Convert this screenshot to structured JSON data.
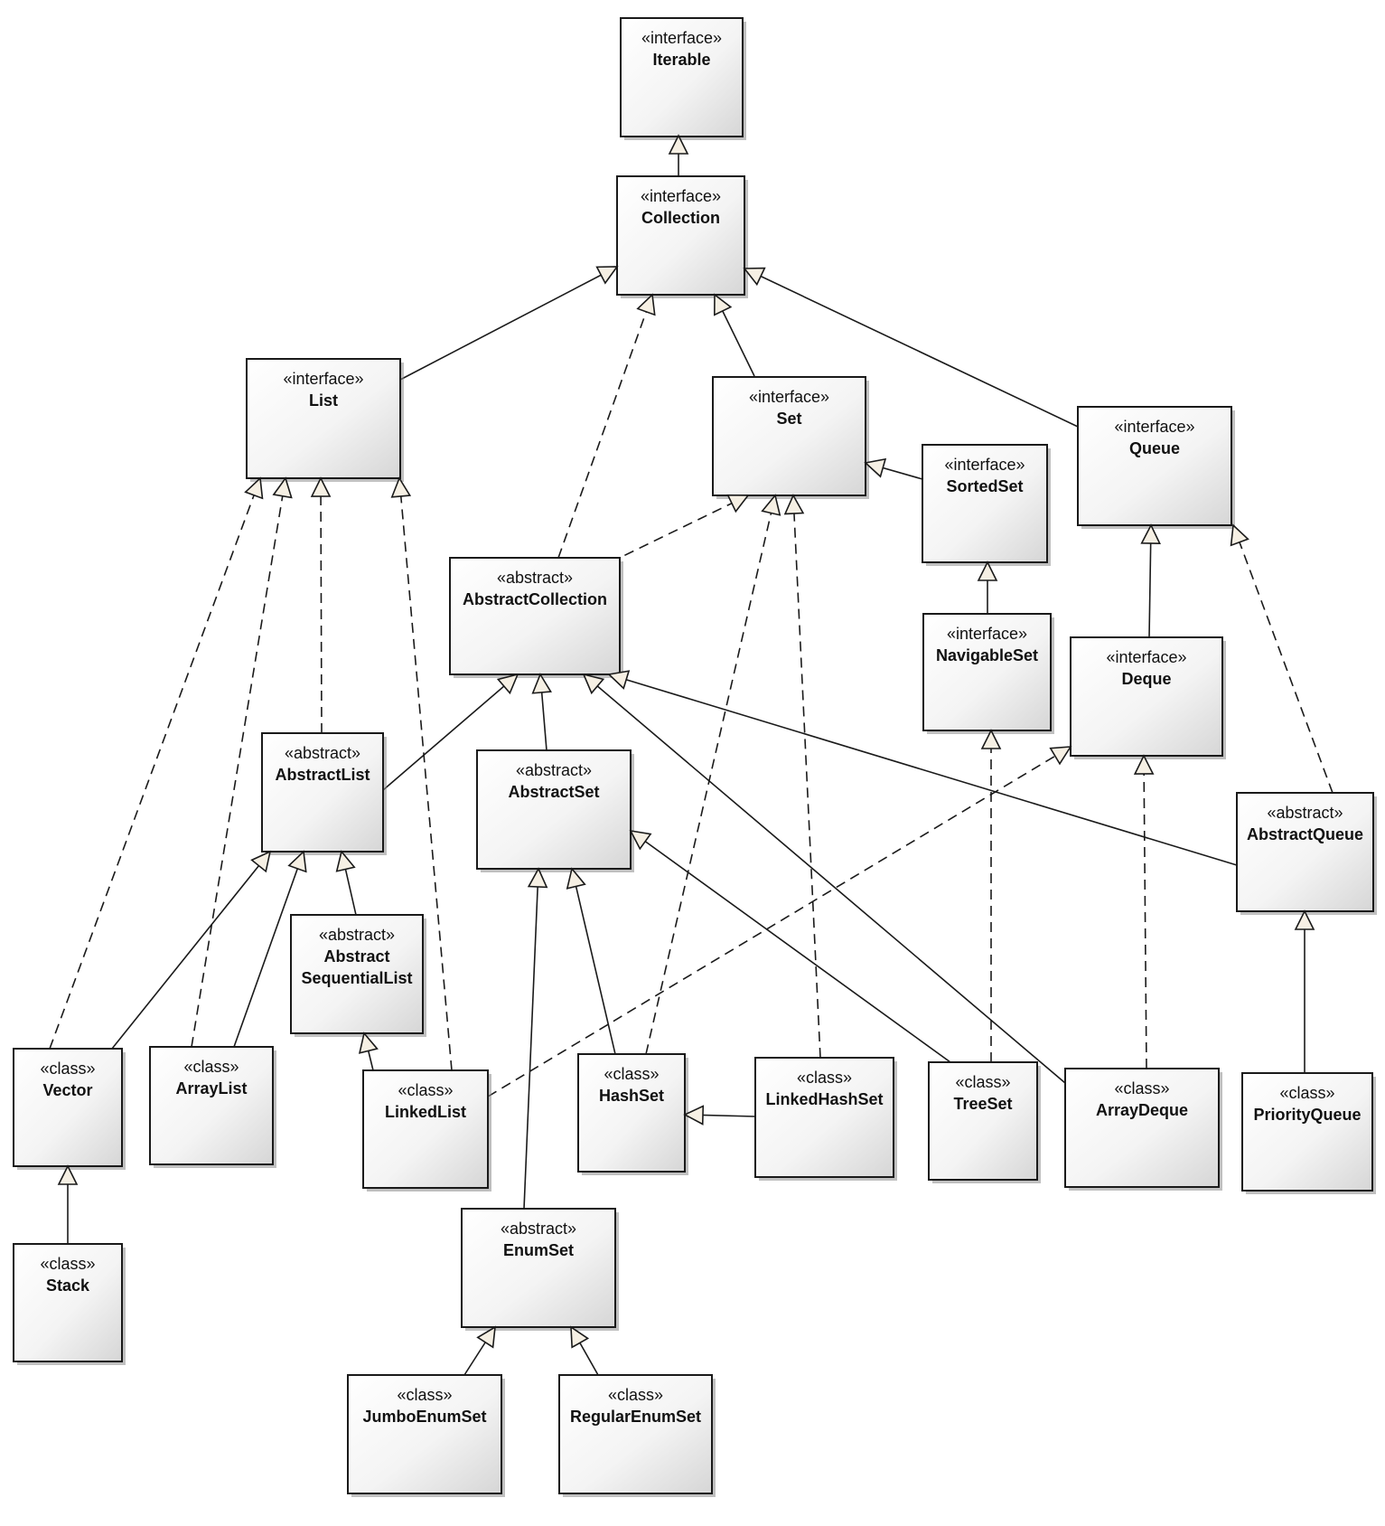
{
  "nodes": [
    {
      "id": "iterable",
      "stereotype": "«interface»",
      "name": [
        "Iterable"
      ]
    },
    {
      "id": "collection",
      "stereotype": "«interface»",
      "name": [
        "Collection"
      ]
    },
    {
      "id": "list",
      "stereotype": "«interface»",
      "name": [
        "List"
      ]
    },
    {
      "id": "set",
      "stereotype": "«interface»",
      "name": [
        "Set"
      ]
    },
    {
      "id": "queue",
      "stereotype": "«interface»",
      "name": [
        "Queue"
      ]
    },
    {
      "id": "sortedset",
      "stereotype": "«interface»",
      "name": [
        "SortedSet"
      ]
    },
    {
      "id": "abstractcollection",
      "stereotype": "«abstract»",
      "name": [
        "AbstractCollection"
      ]
    },
    {
      "id": "navigableset",
      "stereotype": "«interface»",
      "name": [
        "NavigableSet"
      ]
    },
    {
      "id": "deque",
      "stereotype": "«interface»",
      "name": [
        "Deque"
      ]
    },
    {
      "id": "abstractlist",
      "stereotype": "«abstract»",
      "name": [
        "AbstractList"
      ]
    },
    {
      "id": "abstractset",
      "stereotype": "«abstract»",
      "name": [
        "AbstractSet"
      ]
    },
    {
      "id": "abstractqueue",
      "stereotype": "«abstract»",
      "name": [
        "AbstractQueue"
      ]
    },
    {
      "id": "abstractsequentiallist",
      "stereotype": "«abstract»",
      "name": [
        "Abstract",
        "SequentialList"
      ]
    },
    {
      "id": "vector",
      "stereotype": "«class»",
      "name": [
        "Vector"
      ]
    },
    {
      "id": "arraylist",
      "stereotype": "«class»",
      "name": [
        "ArrayList"
      ]
    },
    {
      "id": "linkedlist",
      "stereotype": "«class»",
      "name": [
        "LinkedList"
      ]
    },
    {
      "id": "hashset",
      "stereotype": "«class»",
      "name": [
        "HashSet"
      ]
    },
    {
      "id": "linkedhashset",
      "stereotype": "«class»",
      "name": [
        "LinkedHashSet"
      ]
    },
    {
      "id": "treeset",
      "stereotype": "«class»",
      "name": [
        "TreeSet"
      ]
    },
    {
      "id": "arraydeque",
      "stereotype": "«class»",
      "name": [
        "ArrayDeque"
      ]
    },
    {
      "id": "priorityqueue",
      "stereotype": "«class»",
      "name": [
        "PriorityQueue"
      ]
    },
    {
      "id": "stack",
      "stereotype": "«class»",
      "name": [
        "Stack"
      ]
    },
    {
      "id": "enumset",
      "stereotype": "«abstract»",
      "name": [
        "EnumSet"
      ]
    },
    {
      "id": "jumboenumset",
      "stereotype": "«class»",
      "name": [
        "JumboEnumSet"
      ]
    },
    {
      "id": "regularenumset",
      "stereotype": "«class»",
      "name": [
        "RegularEnumSet"
      ]
    }
  ],
  "edges": [
    {
      "from": "collection",
      "to": "iterable",
      "kind": "extends"
    },
    {
      "from": "list",
      "to": "collection",
      "kind": "extends"
    },
    {
      "from": "set",
      "to": "collection",
      "kind": "extends"
    },
    {
      "from": "queue",
      "to": "collection",
      "kind": "extends"
    },
    {
      "from": "abstractcollection",
      "to": "collection",
      "kind": "implements"
    },
    {
      "from": "sortedset",
      "to": "set",
      "kind": "extends"
    },
    {
      "from": "navigableset",
      "to": "sortedset",
      "kind": "extends"
    },
    {
      "from": "deque",
      "to": "queue",
      "kind": "extends"
    },
    {
      "from": "abstractqueue",
      "to": "queue",
      "kind": "implements"
    },
    {
      "from": "abstractlist",
      "to": "list",
      "kind": "implements"
    },
    {
      "from": "abstractlist",
      "to": "abstractcollection",
      "kind": "extends"
    },
    {
      "from": "abstractset",
      "to": "abstractcollection",
      "kind": "extends"
    },
    {
      "from": "abstractset",
      "to": "set",
      "kind": "implements"
    },
    {
      "from": "abstractqueue",
      "to": "abstractcollection",
      "kind": "extends"
    },
    {
      "from": "arraydeque",
      "to": "abstractcollection",
      "kind": "extends"
    },
    {
      "from": "abstractsequentiallist",
      "to": "abstractlist",
      "kind": "extends"
    },
    {
      "from": "vector",
      "to": "abstractlist",
      "kind": "extends"
    },
    {
      "from": "arraylist",
      "to": "abstractlist",
      "kind": "extends"
    },
    {
      "from": "vector",
      "to": "list",
      "kind": "implements"
    },
    {
      "from": "arraylist",
      "to": "list",
      "kind": "implements"
    },
    {
      "from": "linkedlist",
      "to": "list",
      "kind": "implements"
    },
    {
      "from": "linkedlist",
      "to": "abstractsequentiallist",
      "kind": "extends"
    },
    {
      "from": "linkedlist",
      "to": "deque",
      "kind": "implements"
    },
    {
      "from": "stack",
      "to": "vector",
      "kind": "extends"
    },
    {
      "from": "hashset",
      "to": "abstractset",
      "kind": "extends"
    },
    {
      "from": "hashset",
      "to": "set",
      "kind": "implements"
    },
    {
      "from": "treeset",
      "to": "abstractset",
      "kind": "extends"
    },
    {
      "from": "treeset",
      "to": "navigableset",
      "kind": "implements"
    },
    {
      "from": "linkedhashset",
      "to": "hashset",
      "kind": "extends"
    },
    {
      "from": "linkedhashset",
      "to": "set",
      "kind": "implements"
    },
    {
      "from": "enumset",
      "to": "abstractset",
      "kind": "extends"
    },
    {
      "from": "arraydeque",
      "to": "deque",
      "kind": "implements"
    },
    {
      "from": "priorityqueue",
      "to": "abstractqueue",
      "kind": "extends"
    },
    {
      "from": "jumboenumset",
      "to": "enumset",
      "kind": "extends"
    },
    {
      "from": "regularenumset",
      "to": "enumset",
      "kind": "extends"
    }
  ]
}
